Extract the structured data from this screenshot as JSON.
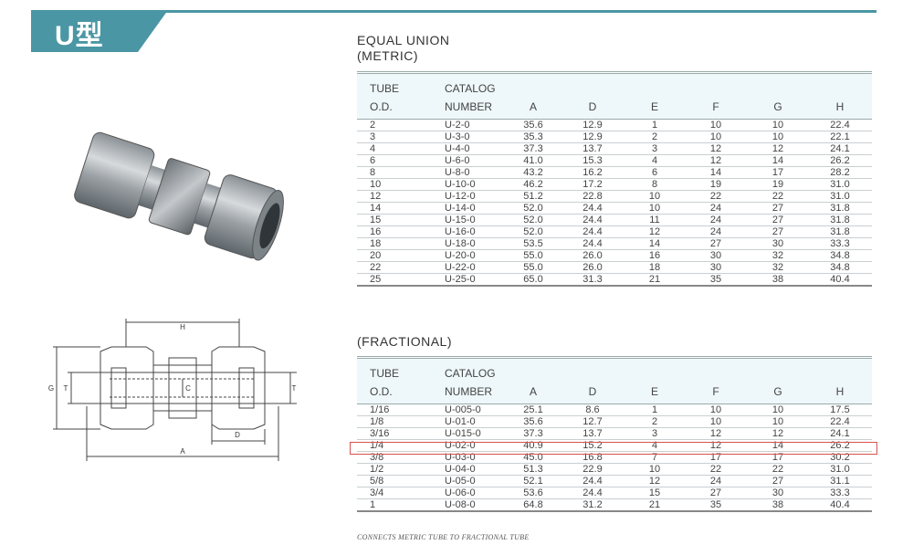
{
  "banner": {
    "label": "U型"
  },
  "metric": {
    "title_line1": "EQUAL  UNION",
    "title_line2": "(METRIC)",
    "headers": {
      "tube_top": "TUBE",
      "tube_bottom": "O.D.",
      "catalog_top": "CATALOG",
      "catalog_bottom": "NUMBER",
      "a": "A",
      "d": "D",
      "e": "E",
      "f": "F",
      "g": "G",
      "h": "H"
    },
    "rows": [
      [
        "2",
        "U-2-0",
        "35.6",
        "12.9",
        "1",
        "10",
        "10",
        "22.4"
      ],
      [
        "3",
        "U-3-0",
        "35.3",
        "12.9",
        "2",
        "10",
        "10",
        "22.1"
      ],
      [
        "4",
        "U-4-0",
        "37.3",
        "13.7",
        "3",
        "12",
        "12",
        "24.1"
      ],
      [
        "6",
        "U-6-0",
        "41.0",
        "15.3",
        "4",
        "12",
        "14",
        "26.2"
      ],
      [
        "8",
        "U-8-0",
        "43.2",
        "16.2",
        "6",
        "14",
        "17",
        "28.2"
      ],
      [
        "10",
        "U-10-0",
        "46.2",
        "17.2",
        "8",
        "19",
        "19",
        "31.0"
      ],
      [
        "12",
        "U-12-0",
        "51.2",
        "22.8",
        "10",
        "22",
        "22",
        "31.0"
      ],
      [
        "14",
        "U-14-0",
        "52.0",
        "24.4",
        "10",
        "24",
        "27",
        "31.8"
      ],
      [
        "15",
        "U-15-0",
        "52.0",
        "24.4",
        "11",
        "24",
        "27",
        "31.8"
      ],
      [
        "16",
        "U-16-0",
        "52.0",
        "24.4",
        "12",
        "24",
        "27",
        "31.8"
      ],
      [
        "18",
        "U-18-0",
        "53.5",
        "24.4",
        "14",
        "27",
        "30",
        "33.3"
      ],
      [
        "20",
        "U-20-0",
        "55.0",
        "26.0",
        "16",
        "30",
        "32",
        "34.8"
      ],
      [
        "22",
        "U-22-0",
        "55.0",
        "26.0",
        "18",
        "30",
        "32",
        "34.8"
      ],
      [
        "25",
        "U-25-0",
        "65.0",
        "31.3",
        "21",
        "35",
        "38",
        "40.4"
      ]
    ]
  },
  "fractional": {
    "title": "(FRACTIONAL)",
    "headers": {
      "tube_top": "TUBE",
      "tube_bottom": "O.D.",
      "catalog_top": "CATALOG",
      "catalog_bottom": "NUMBER",
      "a": "A",
      "d": "D",
      "e": "E",
      "f": "F",
      "g": "G",
      "h": "H"
    },
    "rows": [
      [
        "1/16",
        "U-005-0",
        "25.1",
        "8.6",
        "1",
        "10",
        "10",
        "17.5"
      ],
      [
        "1/8",
        "U-01-0",
        "35.6",
        "12.7",
        "2",
        "10",
        "10",
        "22.4"
      ],
      [
        "3/16",
        "U-015-0",
        "37.3",
        "13.7",
        "3",
        "12",
        "12",
        "24.1"
      ],
      [
        "1/4",
        "U-02-0",
        "40.9",
        "15.2",
        "4",
        "12",
        "14",
        "26.2"
      ],
      [
        "3/8",
        "U-03-0",
        "45.0",
        "16.8",
        "7",
        "17",
        "17",
        "30.2"
      ],
      [
        "1/2",
        "U-04-0",
        "51.3",
        "22.9",
        "10",
        "22",
        "22",
        "31.0"
      ],
      [
        "5/8",
        "U-05-0",
        "52.1",
        "24.4",
        "12",
        "24",
        "27",
        "31.1"
      ],
      [
        "3/4",
        "U-06-0",
        "53.6",
        "24.4",
        "15",
        "27",
        "30",
        "33.3"
      ],
      [
        "1",
        "U-08-0",
        "64.8",
        "31.2",
        "21",
        "35",
        "38",
        "40.4"
      ]
    ],
    "highlight_color": "#d9524f"
  },
  "footnote": "CONNECTS METRIC TUBE TO FRACTIONAL TUBE",
  "drawing_labels": {
    "h": "H",
    "g": "G",
    "t_left": "T",
    "c": "C",
    "t_right": "T",
    "d": "D",
    "a": "A"
  },
  "colors": {
    "accent": "#4a96a4",
    "header_bg": "#eef7f9"
  }
}
